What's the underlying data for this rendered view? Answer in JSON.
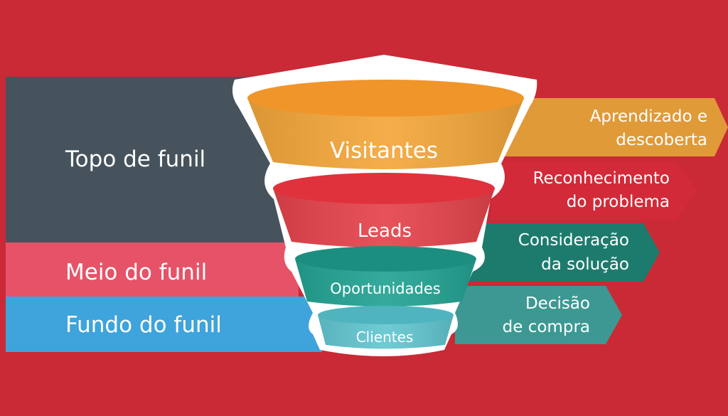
{
  "colors": {
    "background": "#c92a35",
    "topo_band": "#46535c",
    "meio_band": "#e65368",
    "fundo_band": "#3fa3dc",
    "visitantes": "#f3a63a",
    "leads": "#e5434b",
    "oportunidades": "#23a393",
    "clientes": "#62c6d0",
    "arrow_aprendizado": "#e09a38",
    "arrow_reconhecimento": "#d22a38",
    "arrow_consideracao": "#1d7b6d",
    "arrow_decisao": "#3d9893",
    "outline": "#ffffff"
  },
  "stages": {
    "topo": "Topo de funil",
    "meio": "Meio do funil",
    "fundo": "Fundo do funil"
  },
  "tiers": {
    "visitantes": "Visitantes",
    "leads": "Leads",
    "oportunidades": "Oportunidades",
    "clientes": "Clientes"
  },
  "steps": {
    "aprendizado": [
      "Aprendizado e",
      "descoberta"
    ],
    "reconhecimento": [
      "Reconhecimento",
      "do problema"
    ],
    "consideracao": [
      "Consideração",
      "da solução"
    ],
    "decisao": [
      "Decisão",
      "de compra"
    ]
  }
}
